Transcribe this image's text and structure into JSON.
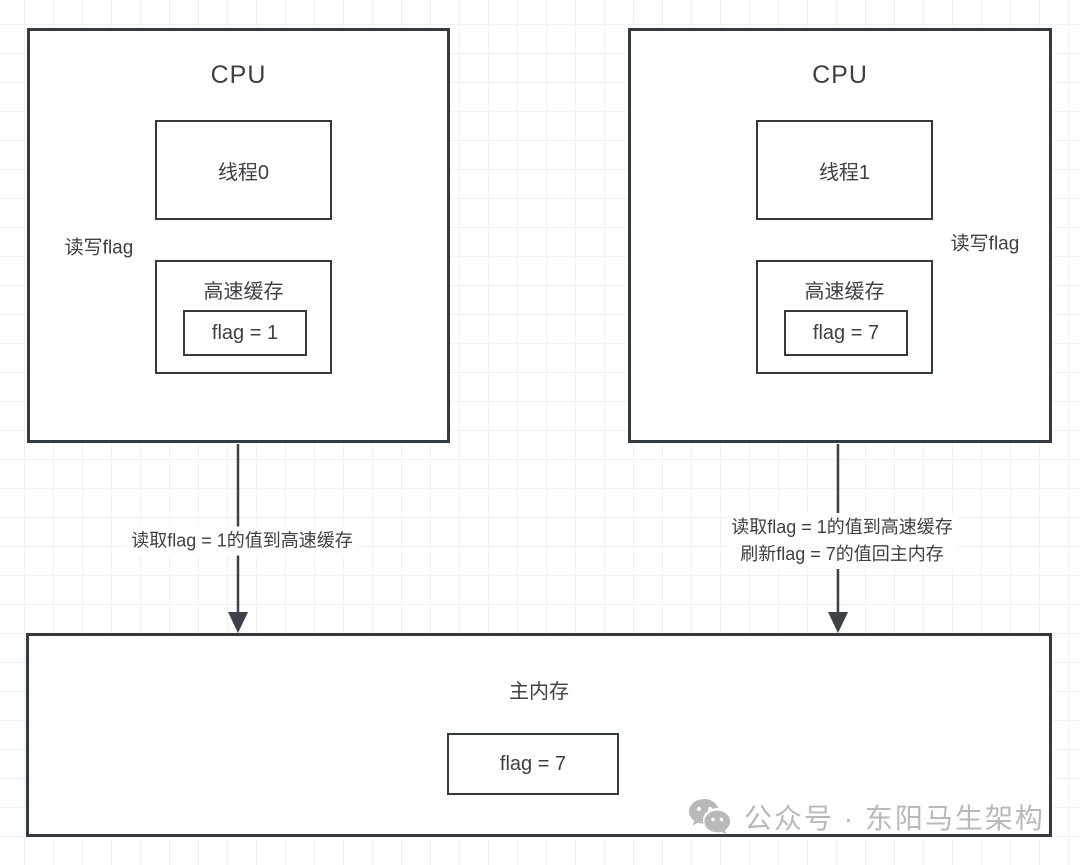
{
  "diagram": {
    "left_cpu": {
      "title": "CPU",
      "thread_label": "线程0",
      "cache_label": "高速缓存",
      "cache_flag_value": "flag = 1",
      "rw_arrow_label": "读写flag",
      "to_memory_label": "读取flag = 1的值到高速缓存"
    },
    "right_cpu": {
      "title": "CPU",
      "thread_label": "线程1",
      "cache_label": "高速缓存",
      "cache_flag_value": "flag = 7",
      "rw_arrow_label": "读写flag",
      "to_memory_label_line1": "读取flag = 1的值到高速缓存",
      "to_memory_label_line2": "刷新flag = 7的值回主内存"
    },
    "main_memory": {
      "title": "主内存",
      "flag_value": "flag = 7"
    }
  },
  "watermark": {
    "icon": "wechat-icon",
    "text": "公众号 · 东阳马生架构"
  },
  "colors": {
    "box_border": "#343a42",
    "arrow": "#3c4248",
    "text": "#3d4045",
    "grid_line": "#f1f1f5",
    "watermark_gray": "#b9b9b9"
  }
}
